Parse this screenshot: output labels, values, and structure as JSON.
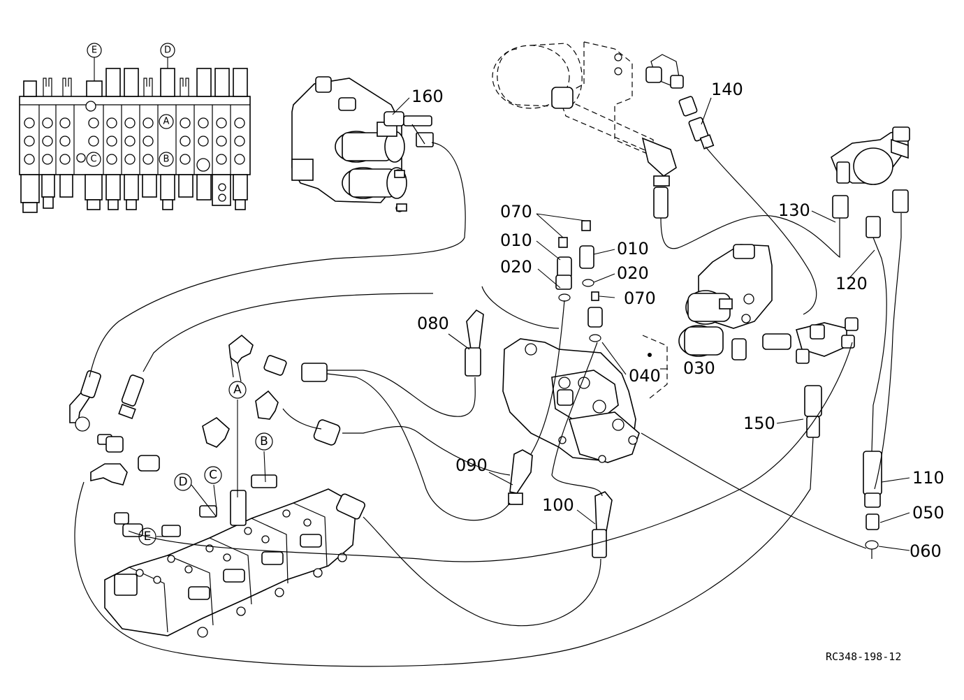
{
  "drawing_code": "RC348-198-12",
  "callouts": {
    "c070a": "070",
    "c010a": "010",
    "c010b": "010",
    "c020a": "020",
    "c020b": "020",
    "c070b": "070",
    "c080": "080",
    "c040": "040",
    "c030": "030",
    "c090": "090",
    "c100": "100",
    "c110": "110",
    "c050": "050",
    "c060": "060",
    "c120": "120",
    "c130": "130",
    "c140": "140",
    "c150": "150",
    "c160": "160"
  },
  "ports": {
    "A": "A",
    "B": "B",
    "C": "C",
    "D": "D",
    "E": "E"
  }
}
